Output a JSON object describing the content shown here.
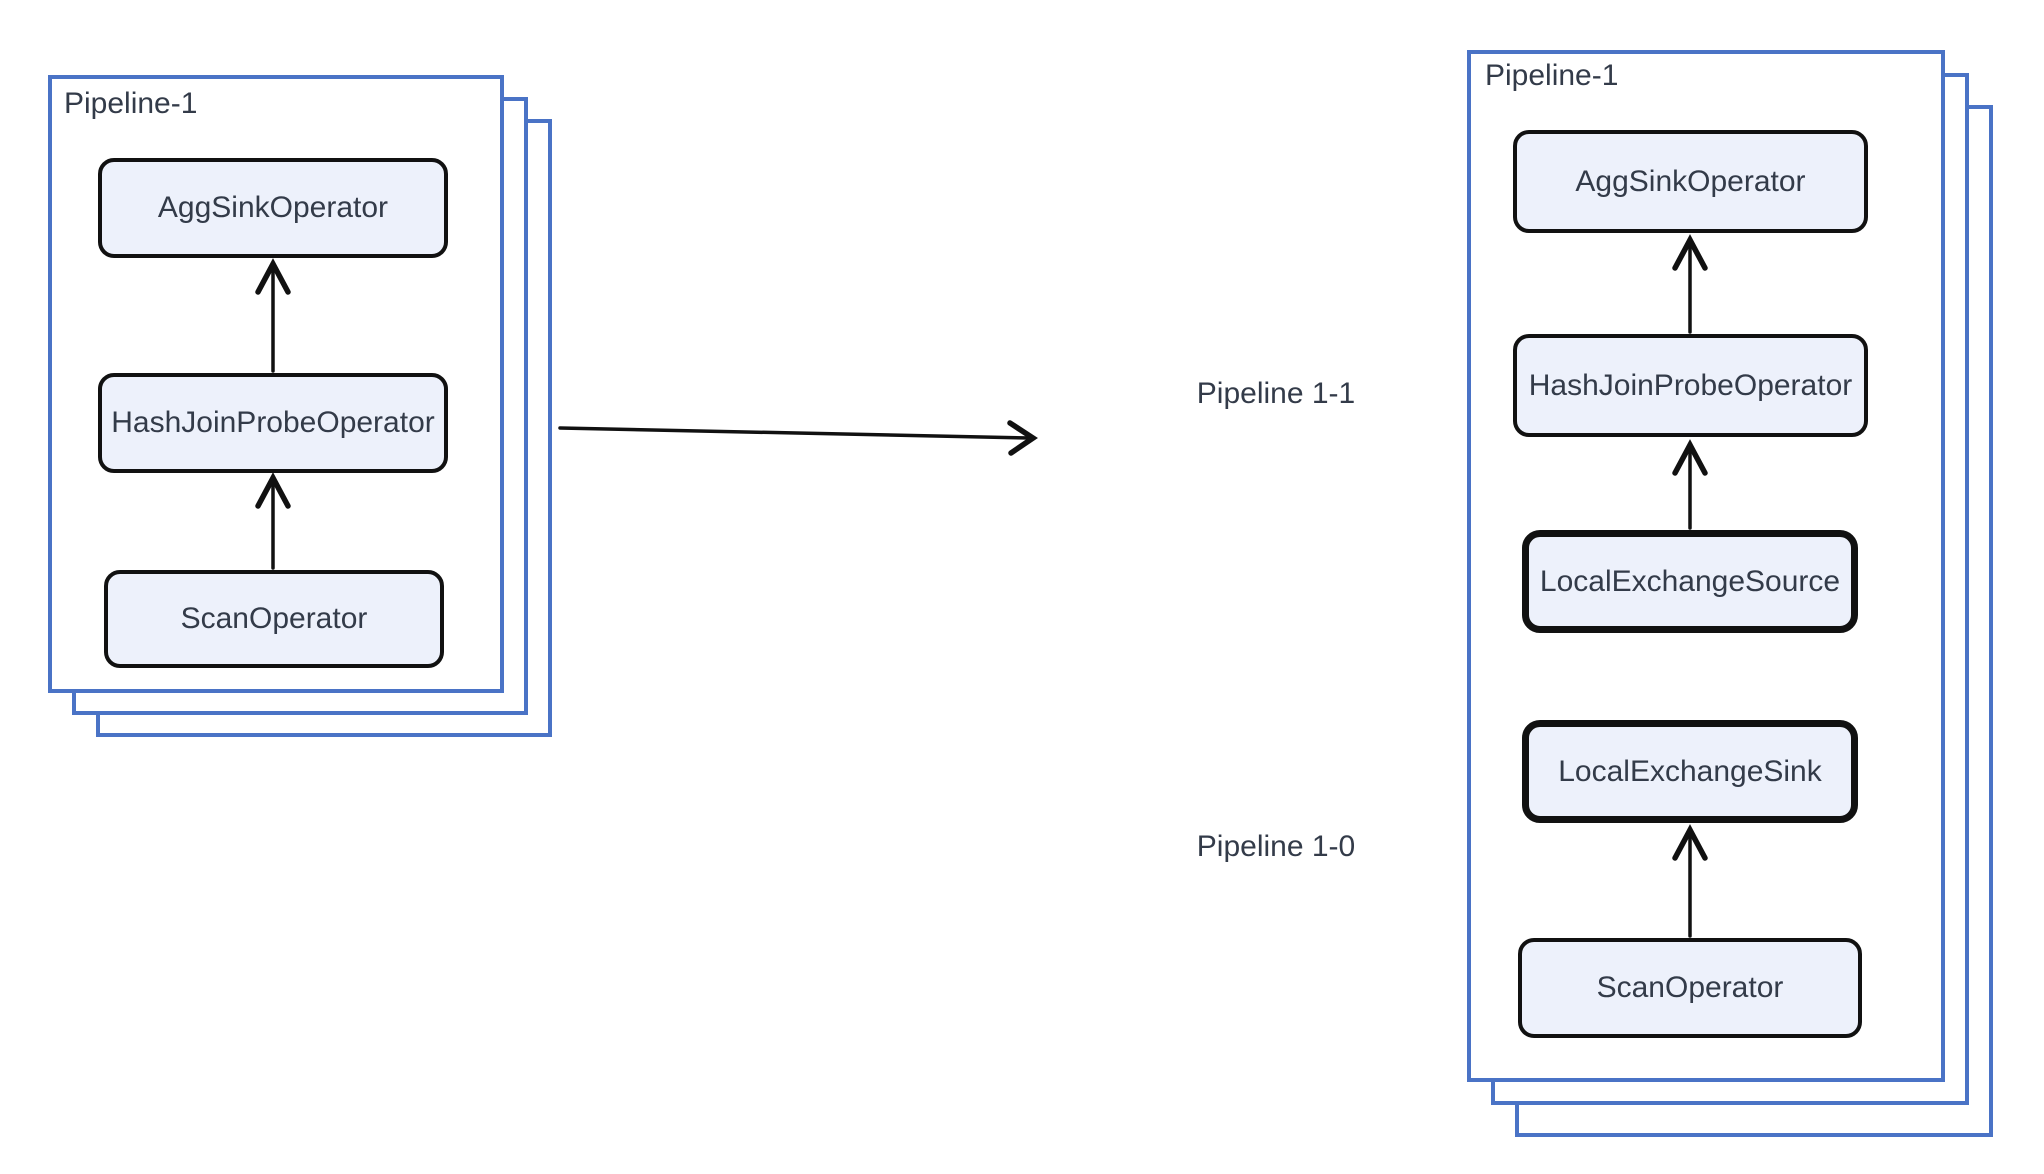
{
  "colors": {
    "stack_border_blue": "#4a73c6",
    "operator_fill": "#edf1fb",
    "operator_border": "#111111",
    "arrow": "#111111",
    "text": "#333b49",
    "background": "#ffffff"
  },
  "left_stack": {
    "title": "Pipeline-1",
    "operators": [
      {
        "label": "AggSinkOperator",
        "bold_border": false
      },
      {
        "label": "HashJoinProbeOperator",
        "bold_border": false
      },
      {
        "label": "ScanOperator",
        "bold_border": false
      }
    ]
  },
  "right_stack": {
    "title": "Pipeline-1",
    "sub_pipelines": [
      {
        "label": "Pipeline 1-1",
        "operators": [
          {
            "label": "AggSinkOperator",
            "bold_border": false
          },
          {
            "label": "HashJoinProbeOperator",
            "bold_border": false
          },
          {
            "label": "LocalExchangeSource",
            "bold_border": true
          }
        ]
      },
      {
        "label": "Pipeline 1-0",
        "operators": [
          {
            "label": "LocalExchangeSink",
            "bold_border": true
          },
          {
            "label": "ScanOperator",
            "bold_border": false
          }
        ]
      }
    ]
  }
}
